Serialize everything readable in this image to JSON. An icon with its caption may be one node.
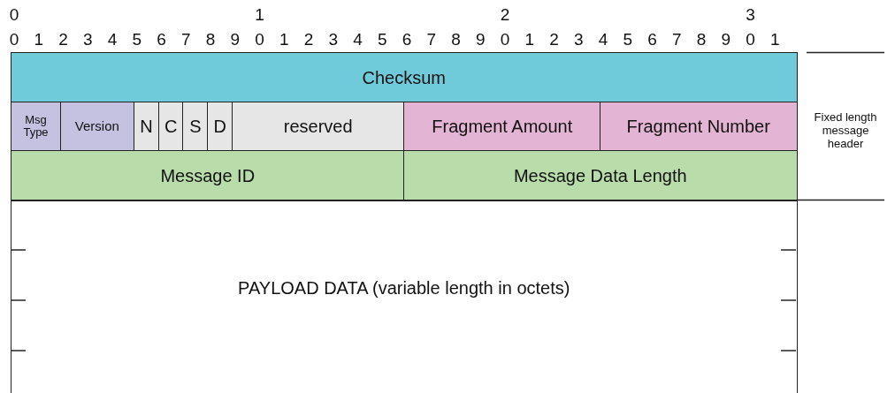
{
  "diagram": {
    "nodes": [
      {
        "text": [
          "Checksum"
        ]
      },
      {
        "text": [
          "Msg Type"
        ]
      },
      {
        "text": [
          "Version"
        ]
      },
      {
        "text": [
          "N"
        ]
      },
      {
        "text": [
          "C"
        ]
      },
      {
        "text": [
          "S"
        ]
      },
      {
        "text": [
          "D"
        ]
      },
      {
        "text": [
          "reserved"
        ]
      },
      {
        "text": [
          "Fragment Amount"
        ]
      },
      {
        "text": [
          "Fragment Number"
        ]
      },
      {
        "text": [
          "Message ID"
        ]
      },
      {
        "text": [
          "Message Data Length"
        ]
      },
      {
        "text": [
          "PAYLOAD DATA (variable length in octets)"
        ]
      }
    ],
    "edges": [],
    "labels": [
      "0",
      "1",
      "2",
      "3",
      "0",
      "1",
      "2",
      "3",
      "4",
      "5",
      "6",
      "7",
      "8",
      "9",
      "0",
      "1",
      "2",
      "3",
      "4",
      "5",
      "6",
      "7",
      "8",
      "9",
      "0",
      "1",
      "2",
      "3",
      "4",
      "5",
      "6",
      "7",
      "8",
      "9",
      "0",
      "1",
      "Fixed length message header"
    ]
  }
}
